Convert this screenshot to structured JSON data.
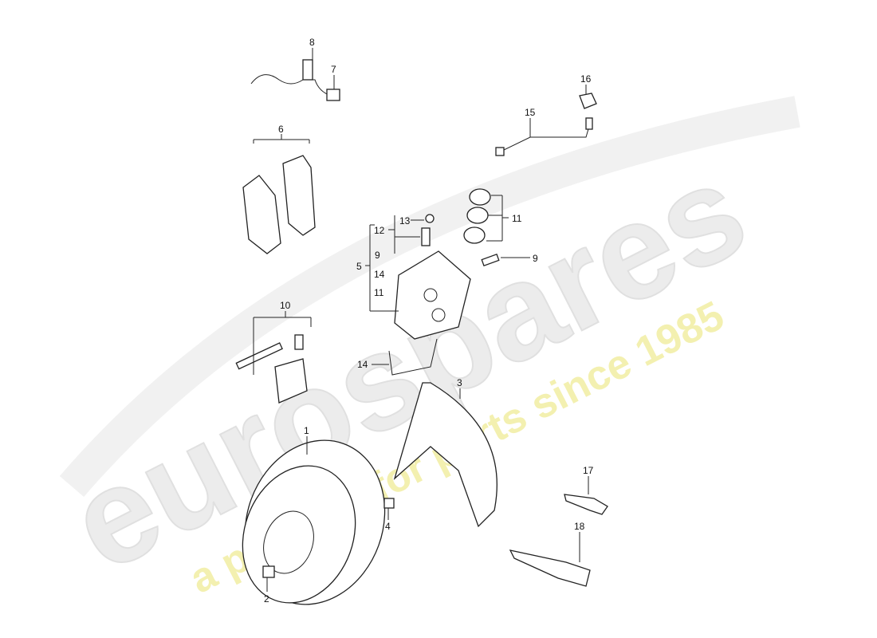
{
  "watermark": {
    "brand": "eurospares",
    "tagline": "a passion for parts since 1985",
    "brand_color": "#e6e6e6",
    "tagline_color": "#f3f0a8"
  },
  "callouts": {
    "c8": "8",
    "c7": "7",
    "c6": "6",
    "c16": "16",
    "c15": "15",
    "c13": "13",
    "c12": "12",
    "c11r": "11",
    "c9b": "9",
    "c5": "5",
    "c9r": "9",
    "c14b": "14",
    "c11b": "11",
    "c10": "10",
    "c14": "14",
    "c3": "3",
    "c1": "1",
    "c17": "17",
    "c4": "4",
    "c18": "18",
    "c2": "2"
  }
}
